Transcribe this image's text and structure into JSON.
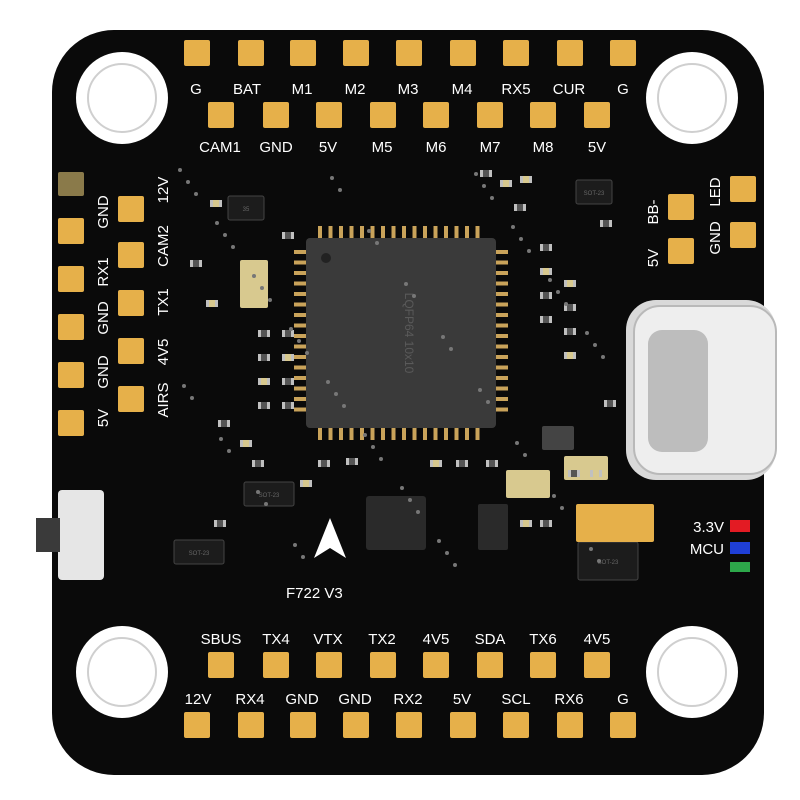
{
  "board": {
    "model": "F722 V3",
    "mcu_marking": "LQFP64 10x10",
    "colors": {
      "pcb": "#0a0a0a",
      "pad": "#e6b04a",
      "hole": "#ffffff",
      "silk": "#ffffff",
      "usb": "#d9d9d9",
      "led_red": "#e31b23",
      "led_blue": "#1f3fd6",
      "led_green": "#2da84a"
    }
  },
  "labels": {
    "top_row": [
      "G",
      "BAT",
      "M1",
      "M2",
      "M3",
      "M4",
      "RX5",
      "CUR",
      "G"
    ],
    "second_row": [
      "CAM1",
      "GND",
      "5V",
      "M5",
      "M6",
      "M7",
      "M8",
      "5V"
    ],
    "left_outer": [
      "GND",
      "RX1",
      "GND",
      "GND",
      "5V"
    ],
    "left_inner": [
      "12V",
      "CAM2",
      "TX1",
      "4V5",
      "AIRS"
    ],
    "right_group": [
      "BB-",
      "LED",
      "5V",
      "GND"
    ],
    "bottom_row1": [
      "SBUS",
      "TX4",
      "VTX",
      "TX2",
      "4V5",
      "SDA",
      "TX6",
      "4V5"
    ],
    "bottom_row2": [
      "12V",
      "RX4",
      "GND",
      "GND",
      "RX2",
      "5V",
      "SCL",
      "RX6",
      "G"
    ],
    "led_labels": [
      "3.3V",
      "MCU"
    ]
  },
  "components": {
    "sot_markings": [
      "SOT-23",
      "SOT-23",
      "SOT-23",
      "SOT-23"
    ],
    "regulator_marking": "35"
  },
  "icons": [
    "mounting-hole-icon",
    "usb-c-connector-icon",
    "arrow-up-icon",
    "switch-icon"
  ]
}
